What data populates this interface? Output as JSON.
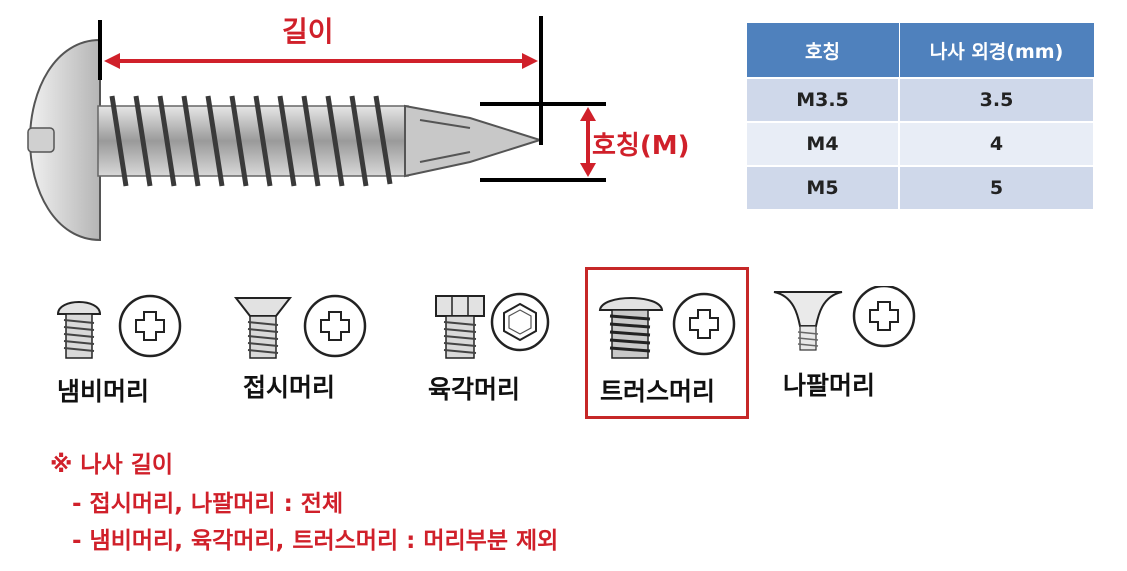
{
  "diagram": {
    "length_label": "길이",
    "pitch_label": "호칭(M)"
  },
  "spec_table": {
    "headers": [
      "호칭",
      "나사 외경(mm)"
    ],
    "rows": [
      {
        "name": "M3.5",
        "diameter": "3.5"
      },
      {
        "name": "M4",
        "diameter": "4"
      },
      {
        "name": "M5",
        "diameter": "5"
      }
    ]
  },
  "head_types": [
    {
      "label": "냄비머리",
      "icon": "pan-head-screw-icon",
      "selected": false
    },
    {
      "label": "접시머리",
      "icon": "flat-head-screw-icon",
      "selected": false
    },
    {
      "label": "육각머리",
      "icon": "hex-head-screw-icon",
      "selected": false
    },
    {
      "label": "트러스머리",
      "icon": "truss-head-screw-icon",
      "selected": true
    },
    {
      "label": "나팔머리",
      "icon": "bugle-head-screw-icon",
      "selected": false
    }
  ],
  "notes": {
    "title": "※ 나사 길이",
    "lines": [
      "- 접시머리, 나팔머리 : 전체",
      "- 냄비머리, 육각머리, 트러스머리 : 머리부분 제외"
    ]
  },
  "colors": {
    "annotation_red": "#d0202a",
    "header_blue": "#4f81bd",
    "row_odd": "#cfd8ea",
    "row_even": "#e8edf6",
    "selection_border": "#c62828"
  }
}
